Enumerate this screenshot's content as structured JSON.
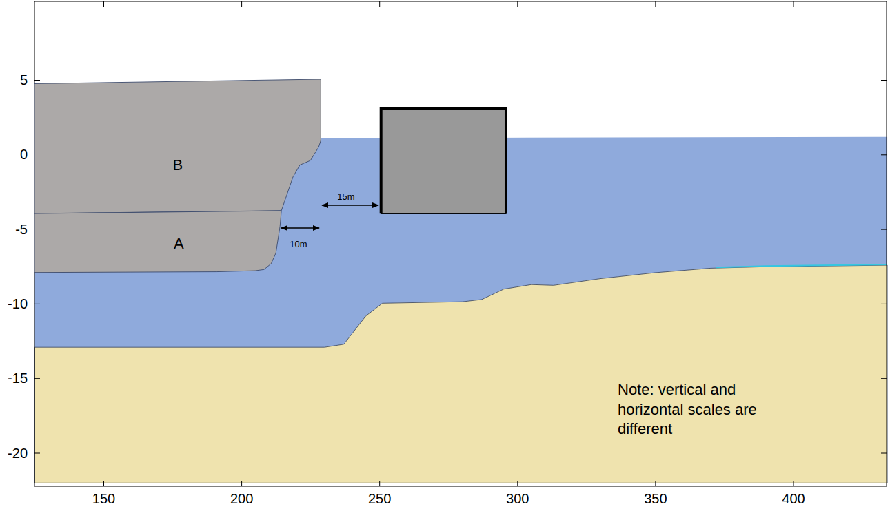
{
  "diagram": {
    "nodes": [
      {
        "text": [
          "B"
        ]
      },
      {
        "text": [
          "A"
        ]
      }
    ],
    "labels": [
      "5",
      "0",
      "-5",
      "-10",
      "-15",
      "-20",
      "150",
      "200",
      "250",
      "300",
      "350",
      "400",
      "15m",
      "10m",
      "Note: vertical and horizontal scales are different"
    ]
  }
}
